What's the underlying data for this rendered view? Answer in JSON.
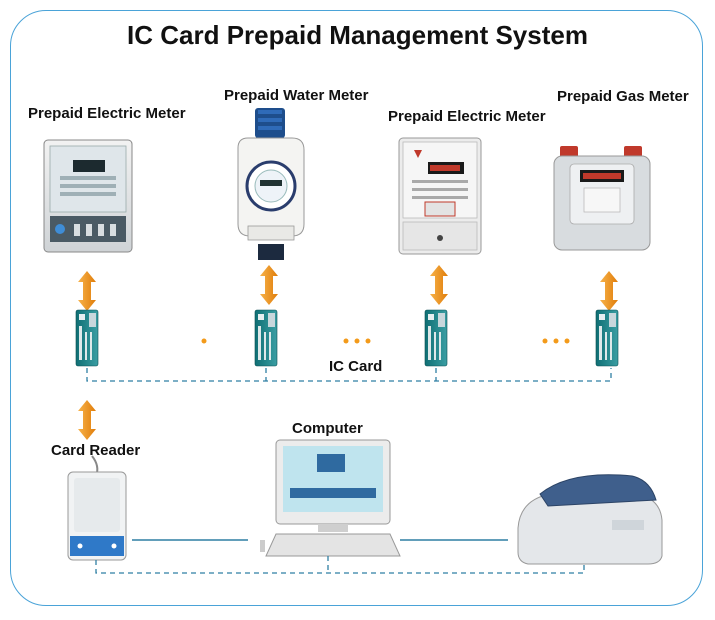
{
  "title": "IC Card Prepaid Management System",
  "labels": {
    "meter1": "Prepaid Electric Meter",
    "meter2": "Prepaid Water Meter",
    "meter3": "Prepaid Electric Meter",
    "meter4": "Prepaid Gas Meter",
    "ic_card": "IC Card",
    "computer": "Computer",
    "card_reader": "Card Reader"
  },
  "colors": {
    "frame": "#4aa3d8",
    "arrow": "#f39a1a",
    "dashed_line": "#2f7fa3",
    "dots": "#f39a1a"
  }
}
